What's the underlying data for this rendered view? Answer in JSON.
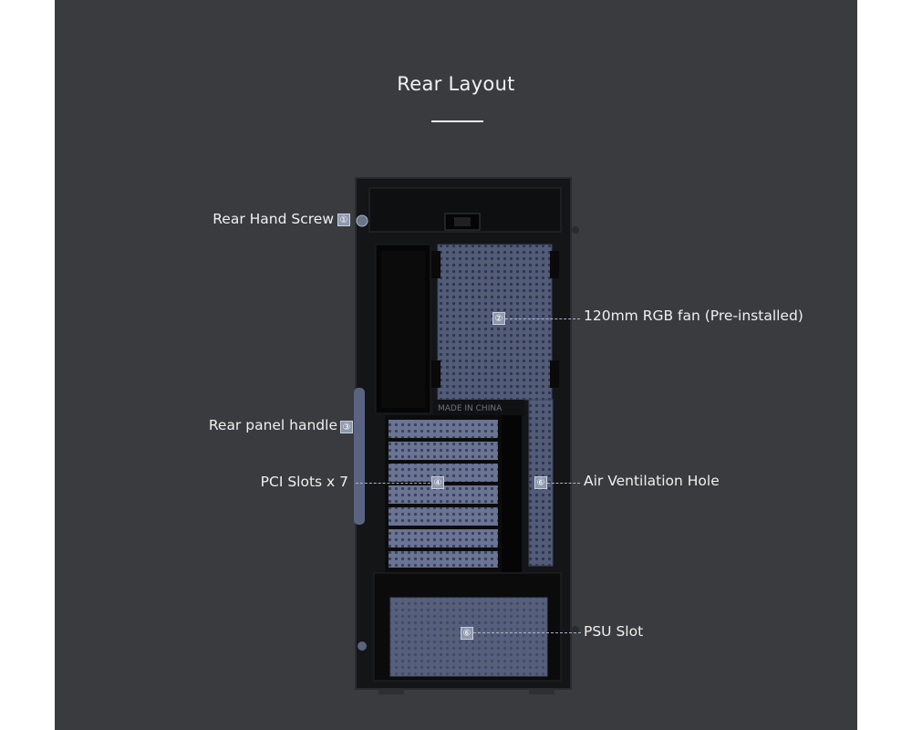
{
  "title": "Rear Layout",
  "chassis_text": "MADE IN CHINA",
  "callouts": [
    {
      "num": "①",
      "label": "Rear Hand Screw"
    },
    {
      "num": "②",
      "label": "120mm RGB fan (Pre-installed)"
    },
    {
      "num": "③",
      "label": "Rear panel handle"
    },
    {
      "num": "④",
      "label": "PCI Slots x 7"
    },
    {
      "num": "⑥",
      "label": "Air Ventilation Hole"
    },
    {
      "num": "⑥",
      "label": "PSU Slot"
    }
  ],
  "colors": {
    "background": "#3a3b3f",
    "chassis": "#151618",
    "accent_blue": "#5c6682",
    "text": "#f0f0f0"
  }
}
